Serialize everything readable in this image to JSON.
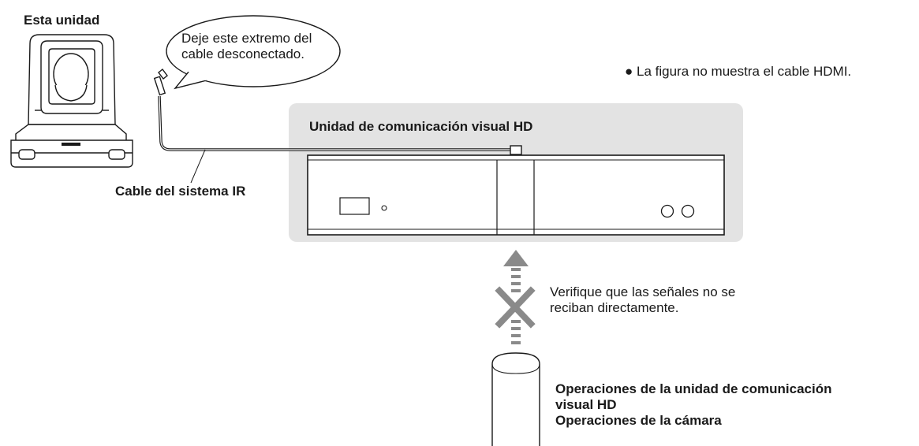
{
  "camera": {
    "title": "Esta unidad"
  },
  "callout": {
    "line1": "Deje este extremo del",
    "line2": "cable desconectado."
  },
  "note": {
    "bullet": "●",
    "text": "La figura no muestra el cable HDMI."
  },
  "device": {
    "title": "Unidad de comunicación visual HD"
  },
  "cable": {
    "label": "Cable del sistema IR"
  },
  "verify": {
    "line1": "Verifique que las señales no se",
    "line2": "reciban directamente."
  },
  "remote": {
    "line1": "Operaciones de la unidad de comunicación",
    "line2": "visual HD",
    "line3": "Operaciones de la cámara"
  },
  "colors": {
    "panel": "#e3e3e3",
    "arrow": "#8a8a8a",
    "line": "#1a1a1a"
  },
  "icons": [
    "ptz-camera-icon",
    "speech-bubble-icon",
    "ir-cable-plug-icon",
    "communication-unit-icon",
    "signal-arrow-icon",
    "blocked-x-icon",
    "remote-control-icon"
  ]
}
